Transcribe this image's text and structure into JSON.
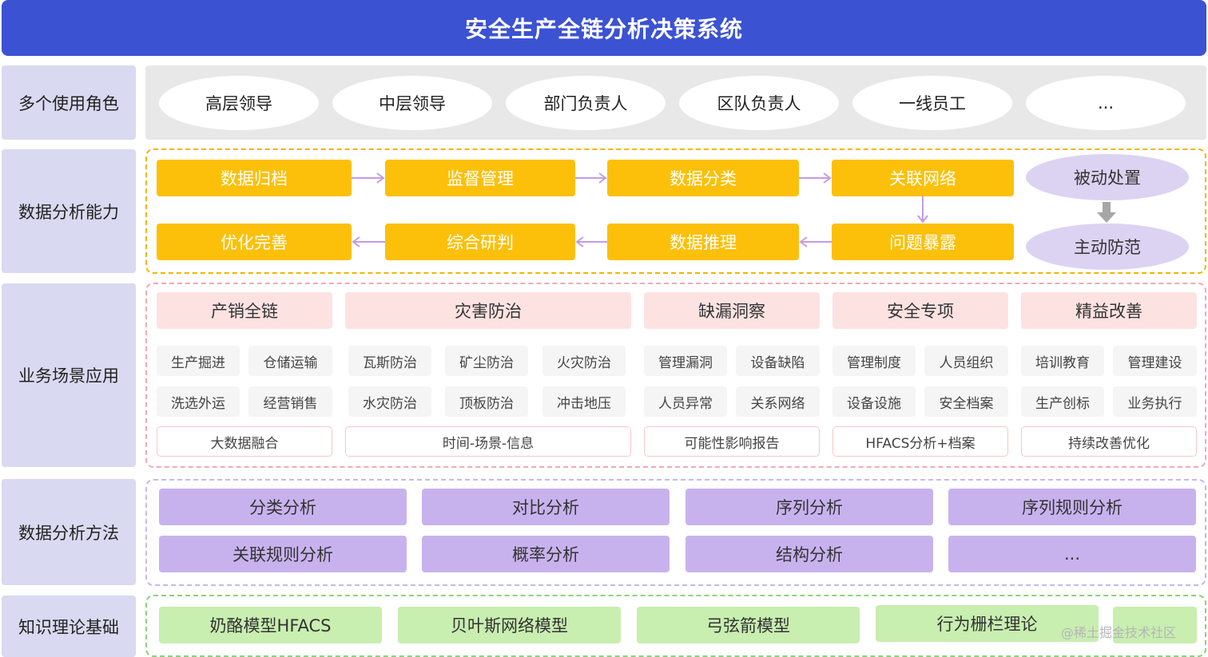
{
  "title": "安全生产全链分析决策系统",
  "row_labels": {
    "roles": "多个使用角色",
    "capability": "数据分析能力",
    "scenario": "业务场景应用",
    "method": "数据分析方法",
    "theory": "知识理论基础"
  },
  "roles": [
    "高层领导",
    "中层领导",
    "部门负责人",
    "区队负责人",
    "一线员工",
    "..."
  ],
  "capability": {
    "top_row": [
      "数据归档",
      "监督管理",
      "数据分类",
      "关联网络"
    ],
    "bottom_row": [
      "优化完善",
      "综合研判",
      "数据推理",
      "问题暴露"
    ],
    "passive": "被动处置",
    "active": "主动防范",
    "colors": {
      "box": "#fcc00a",
      "arrow": "#c39bea",
      "ellipse": "#dcd3f2",
      "down_arrow": "#a6a6a6"
    }
  },
  "scenario": {
    "headers": [
      "产销全链",
      "灾害防治",
      "缺漏洞察",
      "安全专项",
      "精益改善"
    ],
    "tags_row1": [
      "生产掘进",
      "仓储运输",
      "瓦斯防治",
      "矿尘防治",
      "火灾防治",
      "管理漏洞",
      "设备缺陷",
      "管理制度",
      "人员组织",
      "培训教育",
      "管理建设"
    ],
    "tags_row2": [
      "洗选外运",
      "经营销售",
      "水灾防治",
      "顶板防治",
      "冲击地压",
      "人员异常",
      "关系网络",
      "设备设施",
      "安全档案",
      "生产创标",
      "业务执行"
    ],
    "summaries": [
      "大数据融合",
      "时间-场景-信息",
      "可能性影响报告",
      "HFACS分析+档案",
      "持续改善优化"
    ]
  },
  "methods": {
    "row1": [
      "分类分析",
      "对比分析",
      "序列分析",
      "序列规则分析"
    ],
    "row2": [
      "关联规则分析",
      "概率分析",
      "结构分析",
      "..."
    ]
  },
  "theory": [
    "奶酪模型HFACS",
    "贝叶斯网络模型",
    "弓弦箭模型",
    "行为栅栏理论",
    ""
  ],
  "watermark": "@稀土掘金技术社区"
}
